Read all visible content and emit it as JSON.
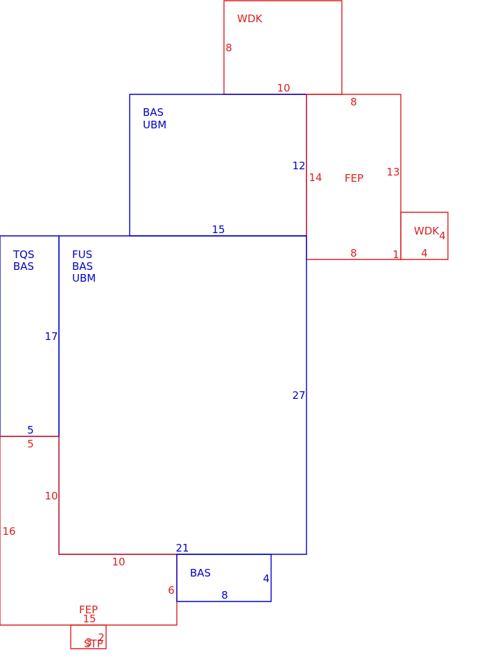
{
  "colors": {
    "living": "#0000cc",
    "ancillary": "#dd2020"
  },
  "sections": [
    {
      "id": "wdk-top",
      "kind": "ancillary",
      "labels": [
        "WDK"
      ],
      "dimensions": [
        "8",
        "10"
      ]
    },
    {
      "id": "bas-ubm-upper",
      "kind": "living",
      "labels": [
        "BAS",
        "UBM"
      ],
      "dimensions": [
        "12",
        "15"
      ]
    },
    {
      "id": "fep-right",
      "kind": "ancillary",
      "labels": [
        "FEP"
      ],
      "dimensions": [
        "8",
        "14",
        "13",
        "8",
        "1"
      ]
    },
    {
      "id": "wdk-small",
      "kind": "ancillary",
      "labels": [
        "WDK"
      ],
      "dimensions": [
        "4",
        "4"
      ]
    },
    {
      "id": "tqs-bas",
      "kind": "living",
      "labels": [
        "TQS",
        "BAS"
      ],
      "dimensions": [
        "17",
        "5"
      ]
    },
    {
      "id": "fus-bas-ubm",
      "kind": "living",
      "labels": [
        "FUS",
        "BAS",
        "UBM"
      ],
      "dimensions": [
        "27",
        "21"
      ]
    },
    {
      "id": "fep-bottom",
      "kind": "ancillary",
      "labels": [
        "FEP"
      ],
      "dimensions": [
        "5",
        "10",
        "16",
        "10",
        "6",
        "15"
      ]
    },
    {
      "id": "bas-small",
      "kind": "living",
      "labels": [
        "BAS"
      ],
      "dimensions": [
        "4",
        "8"
      ]
    },
    {
      "id": "stp",
      "kind": "ancillary",
      "labels": [
        "STP"
      ],
      "dimensions": [
        "3",
        "2"
      ]
    }
  ]
}
